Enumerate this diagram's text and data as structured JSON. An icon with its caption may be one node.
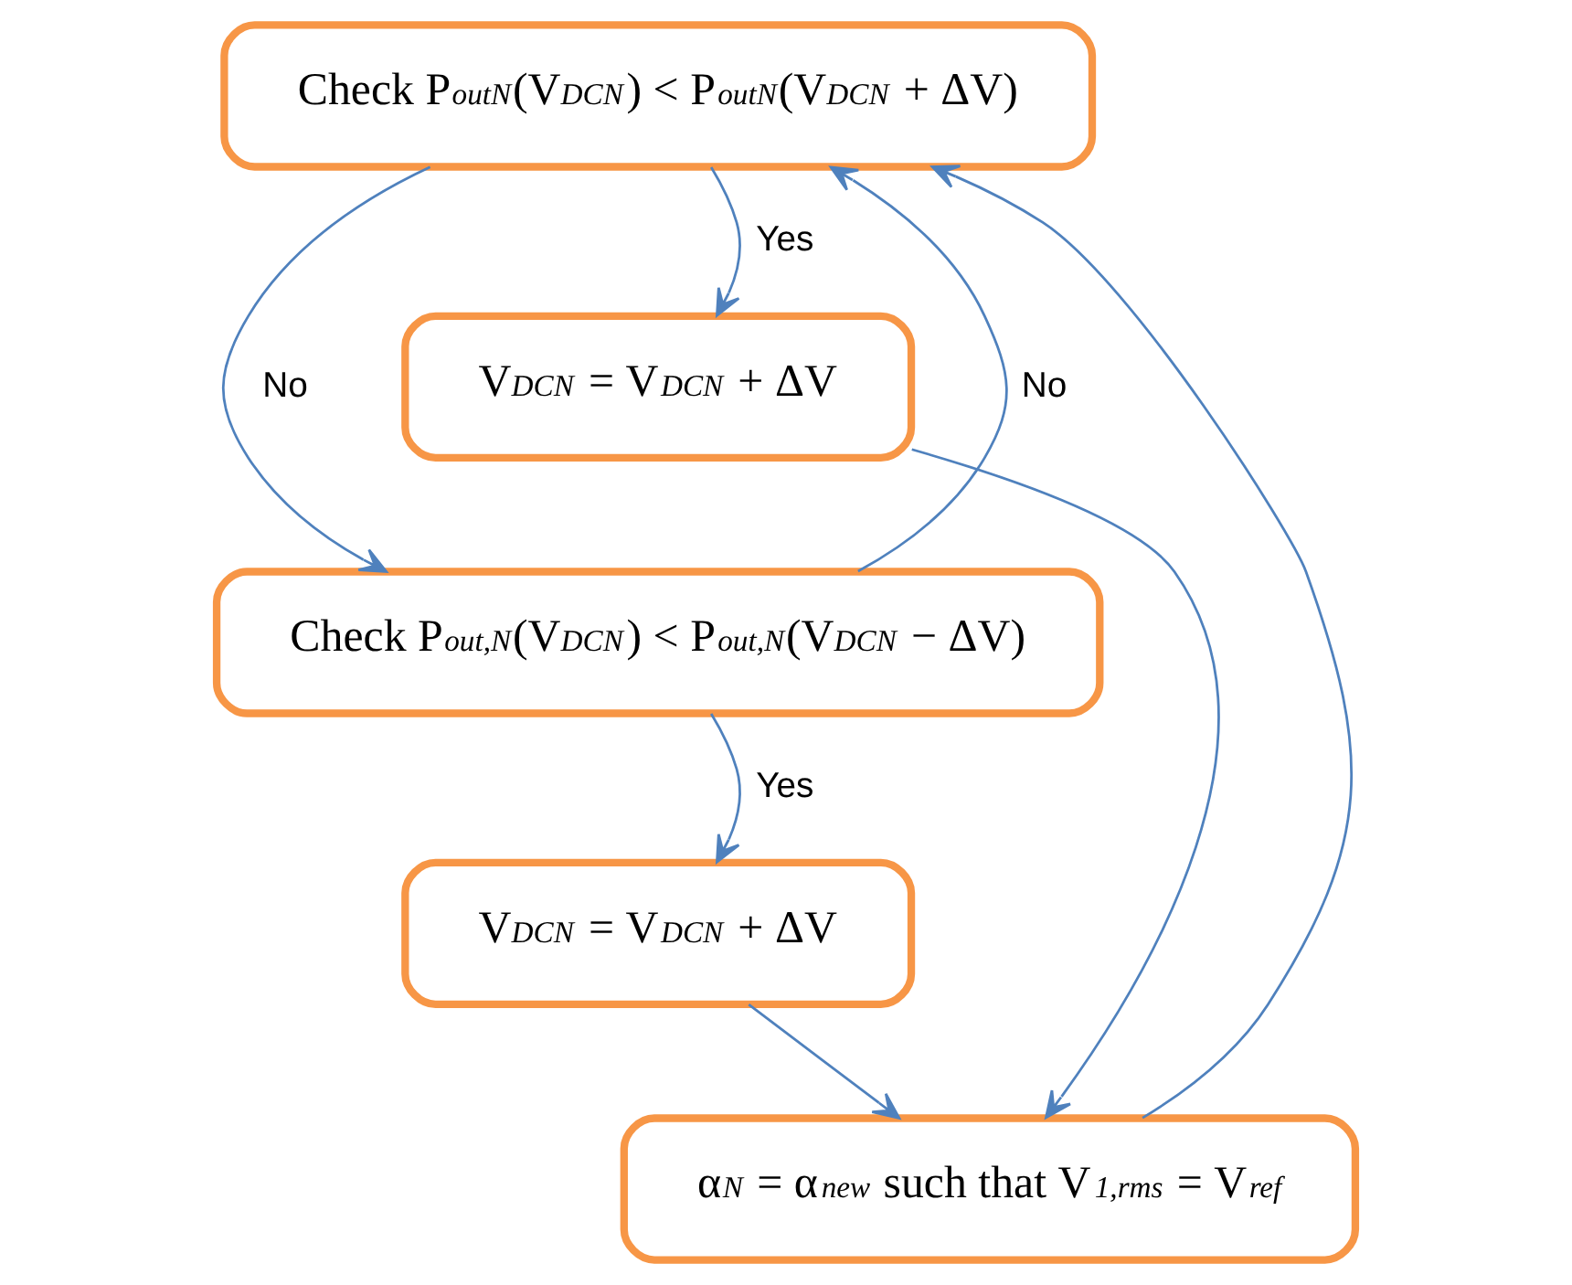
{
  "diagram": {
    "nodes": [
      {
        "text": [
          "Check P$_{outN}$(V$_{DCN}$) < P$_{outN}$(V$_{DCN}$ + ΔV)"
        ]
      },
      {
        "text": [
          "V$_{DCN}$ = V$_{DCN}$ + ΔV"
        ]
      },
      {
        "text": [
          "Check P$_{out,N}$(V$_{DCN}$) < P$_{out,N}$(V$_{DCN}$ − ΔV)"
        ]
      },
      {
        "text": [
          "V$_{DCN}$ = V$_{DCN}$ + ΔV"
        ]
      },
      {
        "text": [
          "α$_{N}$ = α$_{new}$ such that V$_{1,rms}$ = V$_{ref}$"
        ]
      }
    ],
    "edges": [
      {
        "from": 0,
        "to": 1,
        "arrow": "to",
        "label": "Yes"
      },
      {
        "from": 0,
        "to": 2,
        "arrow": "to",
        "label": "No"
      },
      {
        "from": 2,
        "to": 0,
        "arrow": "to",
        "label": "No"
      },
      {
        "from": 2,
        "to": 3,
        "arrow": "to",
        "label": "Yes"
      },
      {
        "from": 3,
        "to": 4,
        "arrow": "to"
      },
      {
        "from": 1,
        "to": 4,
        "arrow": "to"
      },
      {
        "from": 4,
        "to": 0,
        "arrow": "to"
      }
    ]
  }
}
